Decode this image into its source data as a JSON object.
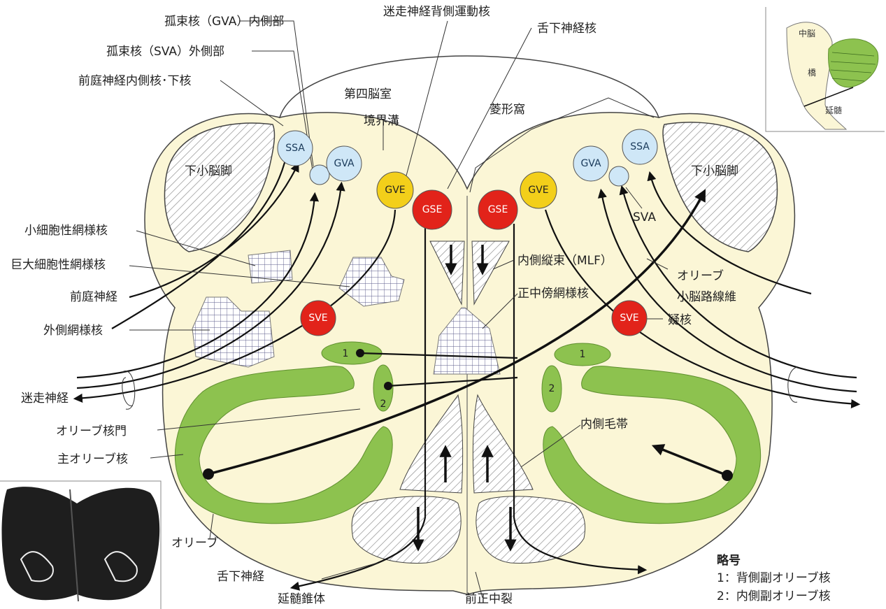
{
  "labels": {
    "vagus_dorsal_motor": "迷走神経背側運動核",
    "hypoglossal_nucleus": "舌下神経核",
    "solitary_gva_medial": "孤束核（GVA）内側部",
    "solitary_sva_lateral": "孤束核（SVA）外側部",
    "vestibular_medial_inferior": "前庭神経内側核･下核",
    "fourth_ventricle": "第四脳室",
    "sulcus_limitans": "境界溝",
    "rhomboid_fossa": "菱形窩",
    "inferior_cerebellar_peduncle_left": "下小脳脚",
    "inferior_cerebellar_peduncle_right": "下小脳脚",
    "parvocellular_reticular": "小細胞性網様核",
    "gigantocellular_reticular": "巨大細胞性網様核",
    "vestibular_nerve": "前庭神経",
    "lateral_reticular": "外側網様核",
    "vagus_nerve": "迷走神経",
    "olive_hilum": "オリーブ核門",
    "principal_olive": "主オリーブ核",
    "olive": "オリーブ",
    "hypoglossal_nerve": "舌下神経",
    "pyramid": "延髄錐体",
    "anterior_median_fissure": "前正中裂",
    "mlf": "内側縦束（MLF）",
    "paramedian_reticular": "正中傍網様核",
    "olivocerebellar_line1": "オリーブ",
    "olivocerebellar_line2": "小脳路線維",
    "nucleus_ambiguus": "疑核",
    "medial_lemniscus": "内側毛帯",
    "sva_right": "SVA"
  },
  "nuclei": {
    "ssa": "SSA",
    "gva": "GVA",
    "gve": "GVE",
    "gse": "GSE",
    "sve": "SVE",
    "acc1": "1",
    "acc2": "2"
  },
  "legend": {
    "title": "略号",
    "item1": "1：背側副オリーブ核",
    "item2": "2：内側副オリーブ核"
  },
  "inset": {
    "midbrain": "中脳",
    "pons": "橋",
    "medulla": "延髄"
  },
  "colors": {
    "tissue": "#fbf6d6",
    "sensory_nucleus": "#cfe7f7",
    "gve": "#f3cf1a",
    "gse_sve": "#e2231a",
    "olive_green": "#8dc24f",
    "hatch": "#777777"
  }
}
